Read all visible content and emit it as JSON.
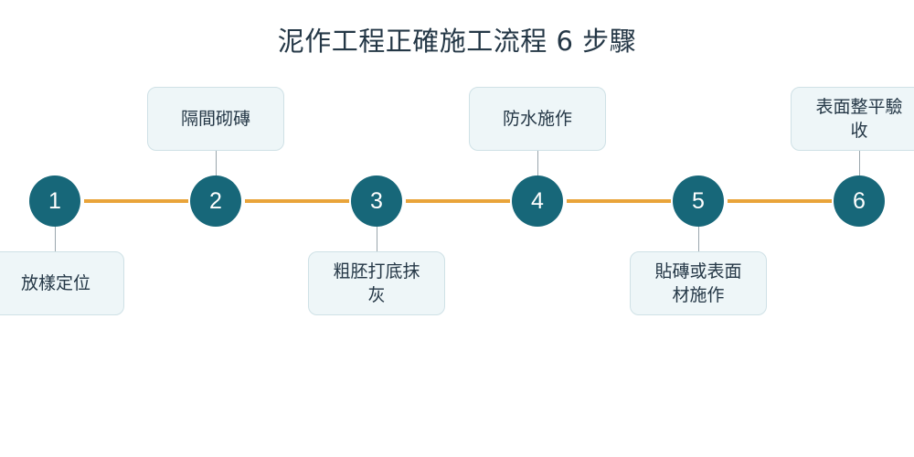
{
  "title": "泥作工程正確施工流程 6 步驟",
  "colors": {
    "node": "#176779",
    "connector": "#e9a43a",
    "box_fill": "#eef6f8",
    "box_border": "#cfe1e6",
    "text": "#243746"
  },
  "steps": [
    {
      "number": "1",
      "label": "放樣定位"
    },
    {
      "number": "2",
      "label": "隔間砌磚"
    },
    {
      "number": "3",
      "label": "粗胚打底抹灰"
    },
    {
      "number": "4",
      "label": "防水施作"
    },
    {
      "number": "5",
      "label": "貼磚或表面材施作"
    },
    {
      "number": "6",
      "label": "表面整平驗收"
    }
  ]
}
